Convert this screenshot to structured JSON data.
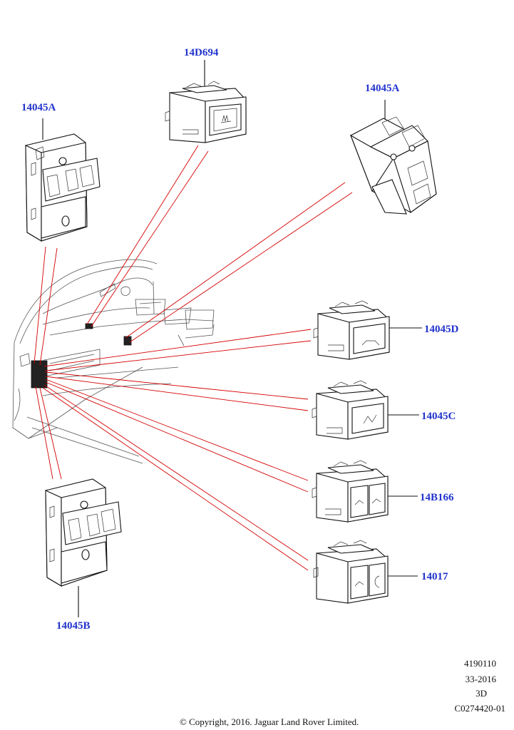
{
  "callouts": {
    "top_center": "14D694",
    "top_left": "14045A",
    "top_right": "14045A",
    "right_1": "14045D",
    "right_2": "14045C",
    "right_3": "14B166",
    "right_4": "14017",
    "bottom_left": "14045B"
  },
  "reference": {
    "line1": "4190110",
    "line2": "33-2016",
    "line3": "3D",
    "line4": "C0274420-01"
  },
  "copyright": "© Copyright, 2016. Jaguar Land Rover Limited.",
  "colors": {
    "callout_text": "#2233cc",
    "leader_lines": "#d40000",
    "linework": "#111111"
  }
}
